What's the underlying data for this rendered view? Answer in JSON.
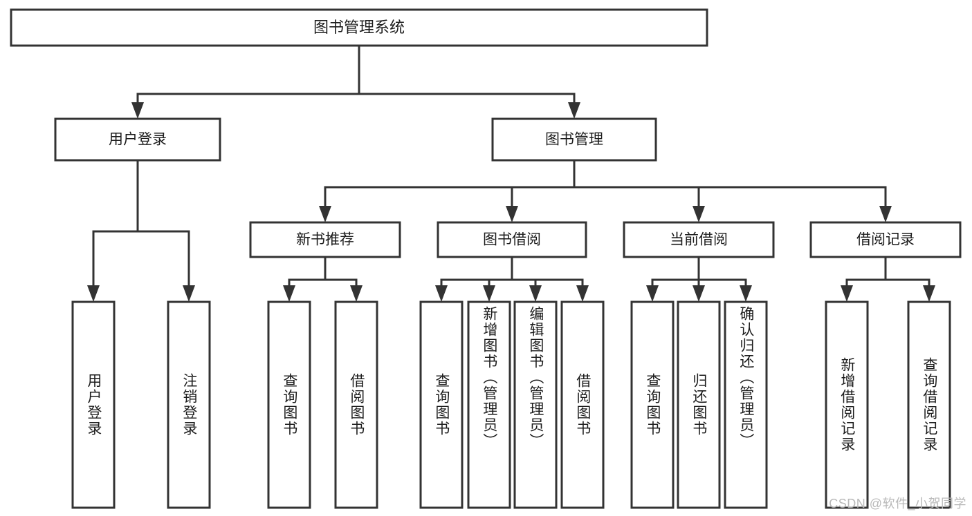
{
  "diagram": {
    "title_label": "图书管理系统",
    "type": "tree",
    "watermark": "CSDN @软件_小贺同学",
    "colors": {
      "box_stroke": "#333333",
      "box_fill": "#ffffff",
      "text": "#1c1c1c",
      "watermark": "#b9b9b9",
      "background": "#ffffff"
    },
    "root": {
      "label": "图书管理系统",
      "children": [
        {
          "label": "用户登录",
          "children": [
            {
              "label": "用户登录"
            },
            {
              "label": "注销登录"
            }
          ]
        },
        {
          "label": "图书管理",
          "children": [
            {
              "label": "新书推荐",
              "children": [
                {
                  "label": "查询图书"
                },
                {
                  "label": "借阅图书"
                }
              ]
            },
            {
              "label": "图书借阅",
              "children": [
                {
                  "label": "查询图书"
                },
                {
                  "label": "新增图书（管理员）"
                },
                {
                  "label": "编辑图书（管理员）"
                },
                {
                  "label": "借阅图书"
                }
              ]
            },
            {
              "label": "当前借阅",
              "children": [
                {
                  "label": "查询图书"
                },
                {
                  "label": "归还图书"
                },
                {
                  "label": "确认归还（管理员）"
                }
              ]
            },
            {
              "label": "借阅记录",
              "children": [
                {
                  "label": "新增借阅记录"
                },
                {
                  "label": "查询借阅记录"
                }
              ]
            }
          ]
        }
      ]
    },
    "nodes": {
      "root_title": "图书管理系统",
      "l2_user_login": "用户登录",
      "l2_book_mgmt": "图书管理",
      "l3_new_book_rec": "新书推荐",
      "l3_book_borrow": "图书借阅",
      "l3_current_borrow": "当前借阅",
      "l3_borrow_record": "借阅记录",
      "leaf_user_login": "用户登录",
      "leaf_logout": "注销登录",
      "leaf_rec_query": "查询图书",
      "leaf_rec_borrow": "借阅图书",
      "leaf_borrow_query": "查询图书",
      "leaf_borrow_add": "新增图书（管理员）",
      "leaf_borrow_edit": "编辑图书（管理员）",
      "leaf_borrow_borrow": "借阅图书",
      "leaf_cur_query": "查询图书",
      "leaf_cur_return": "归还图书",
      "leaf_cur_confirm": "确认归还（管理员）",
      "leaf_rec_add": "新增借阅记录",
      "leaf_rec_query2": "查询借阅记录"
    }
  }
}
